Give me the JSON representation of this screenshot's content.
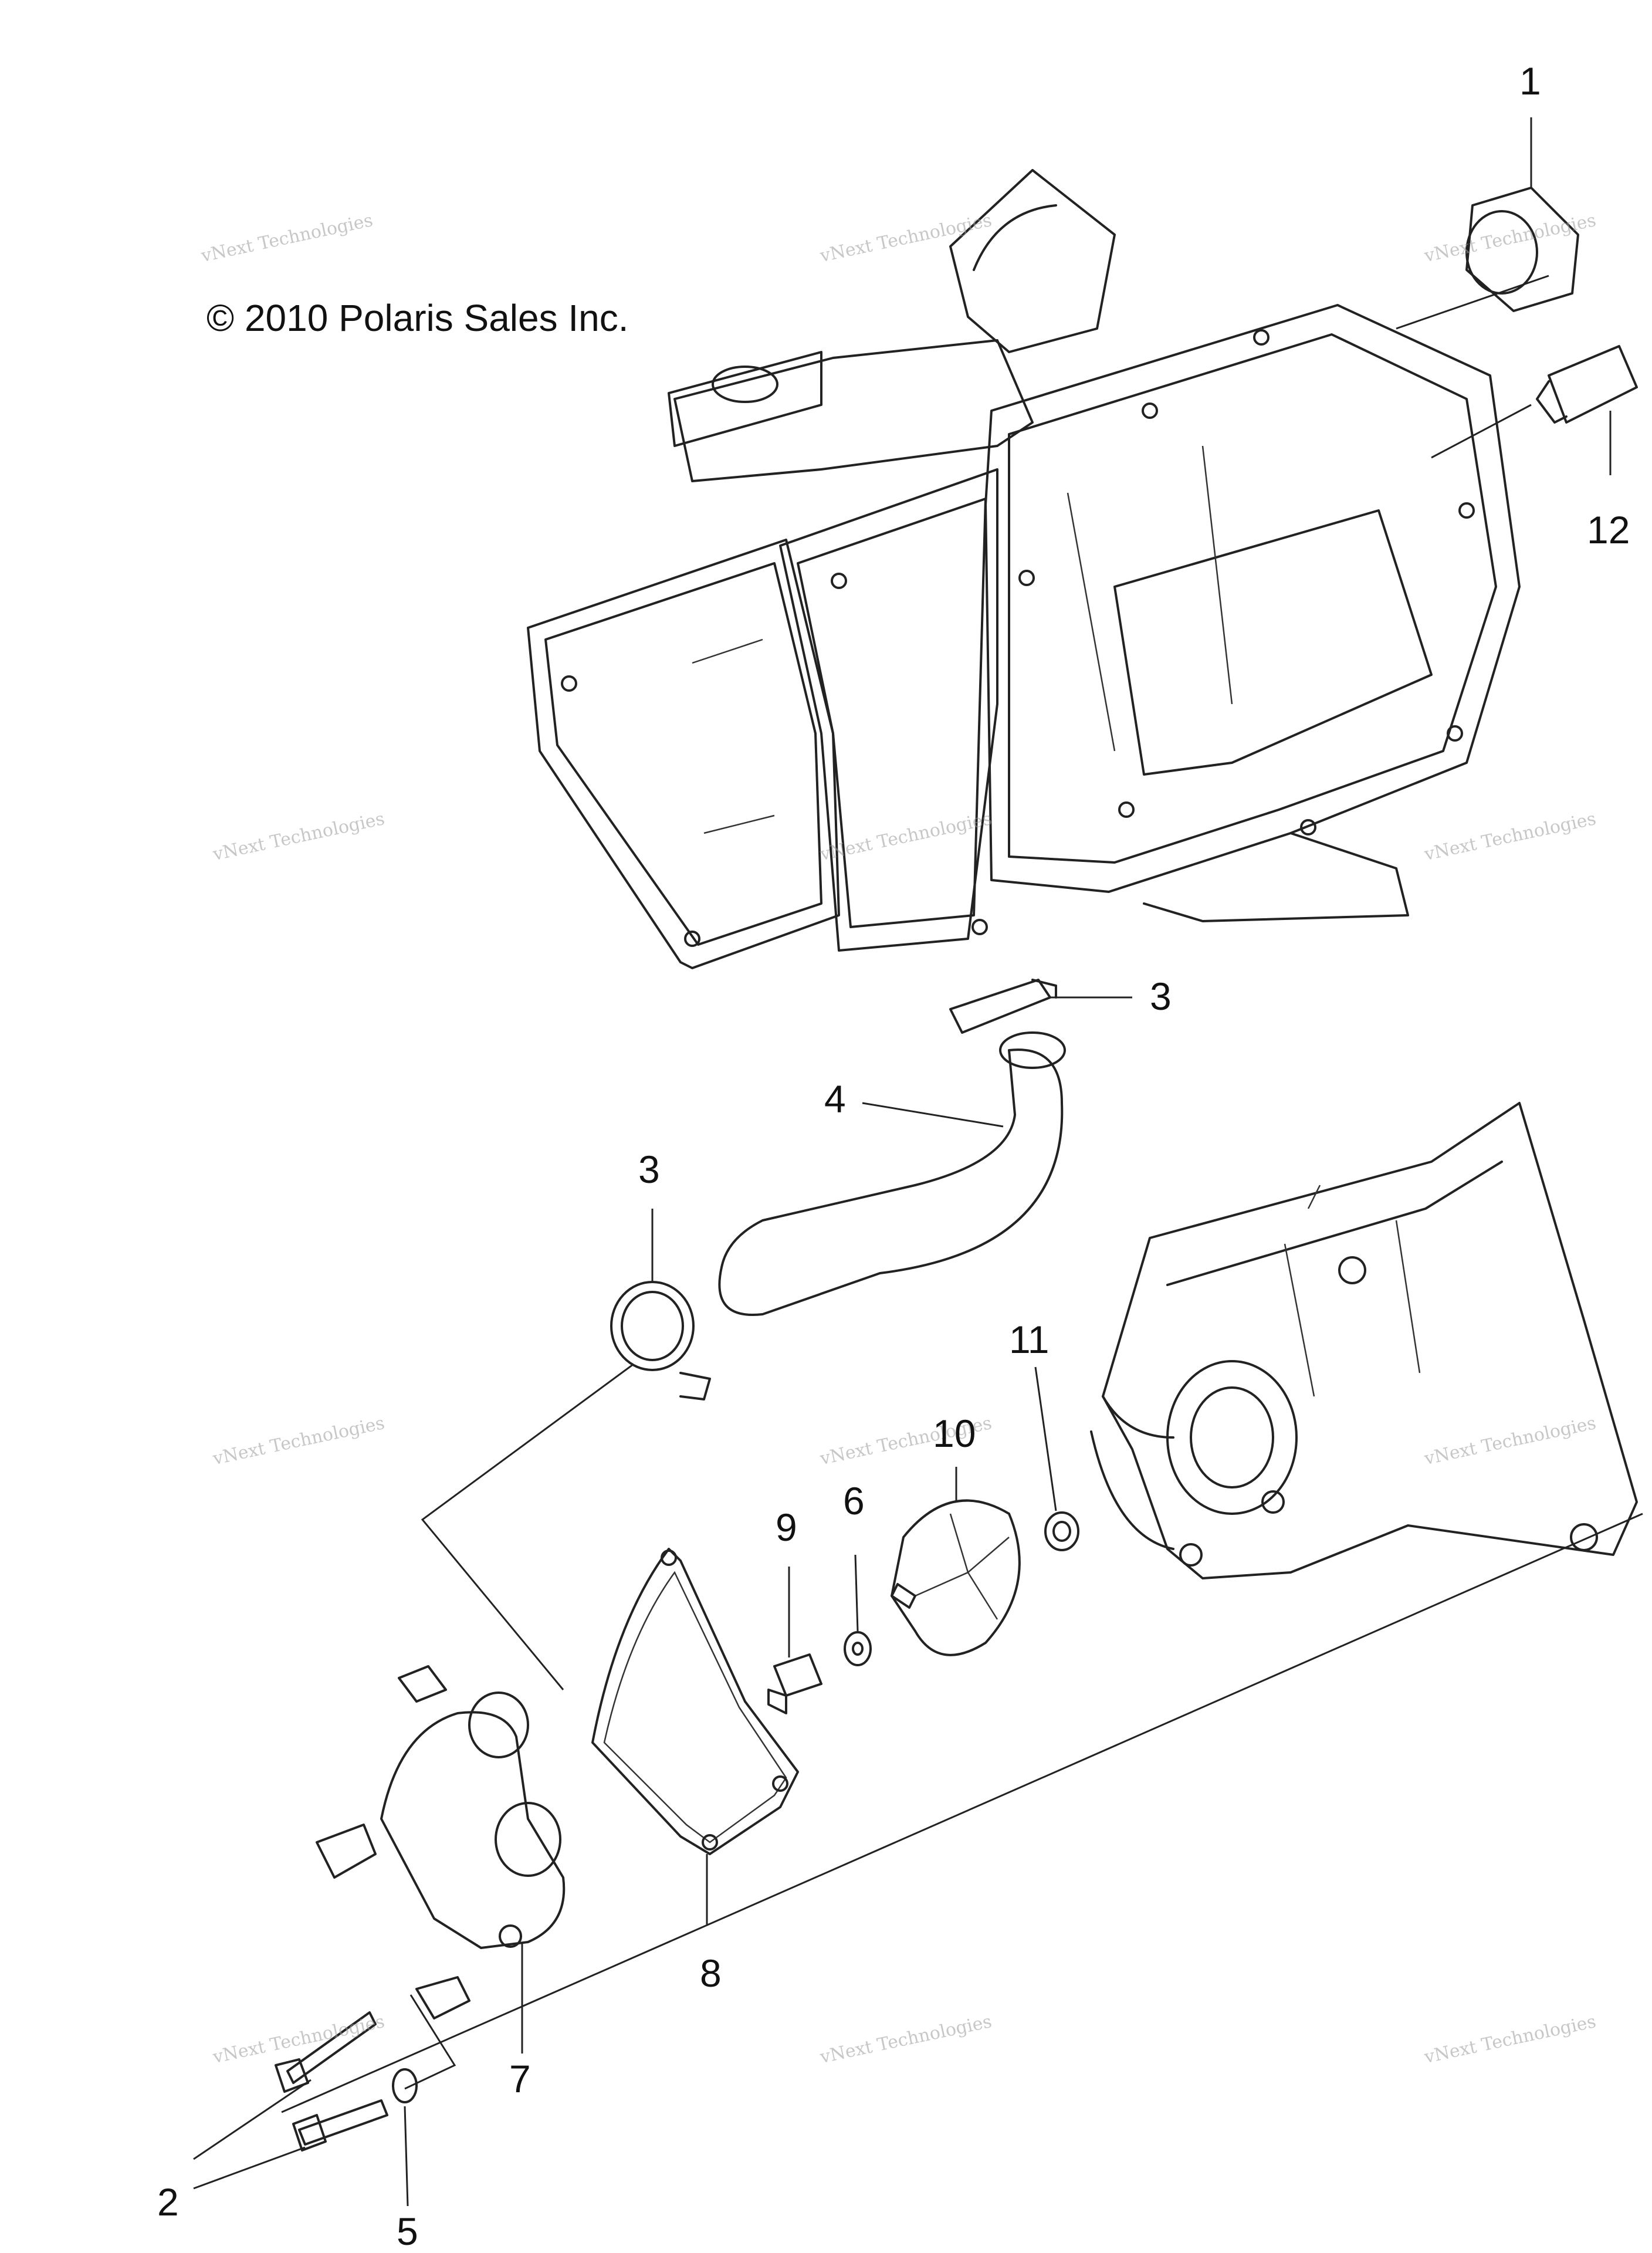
{
  "copyright": "© 2010 Polaris Sales Inc.",
  "watermark": {
    "line1": "vNext Technologies",
    "line2": "vNext Technologies"
  },
  "callouts": [
    {
      "id": "c1",
      "text": "1"
    },
    {
      "id": "c12",
      "text": "12"
    },
    {
      "id": "c3a",
      "text": "3"
    },
    {
      "id": "c4",
      "text": "4"
    },
    {
      "id": "c3b",
      "text": "3"
    },
    {
      "id": "c11",
      "text": "11"
    },
    {
      "id": "c10",
      "text": "10"
    },
    {
      "id": "c9",
      "text": "9"
    },
    {
      "id": "c6",
      "text": "6"
    },
    {
      "id": "c8",
      "text": "8"
    },
    {
      "id": "c7",
      "text": "7"
    },
    {
      "id": "c2",
      "text": "2"
    },
    {
      "id": "c5",
      "text": "5"
    }
  ]
}
